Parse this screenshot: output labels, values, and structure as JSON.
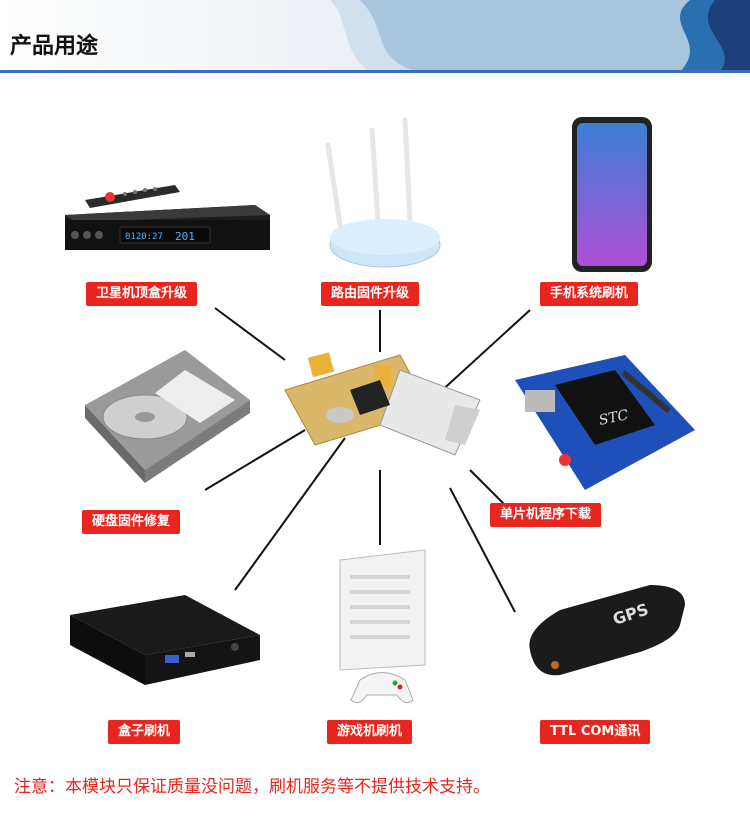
{
  "header": {
    "title": "产品用途"
  },
  "labels": {
    "satellite": "卫星机顶盒升级",
    "router": "路由固件升级",
    "phone": "手机系统刷机",
    "hdd": "硬盘固件修复",
    "mcu": "单片机程序下载",
    "box": "盒子刷机",
    "game": "游戏机刷机",
    "ttl": "TTL COM通讯"
  },
  "device_text": {
    "stb_clock": "0120:27",
    "stb_channel": "201",
    "mcu_brand": "STC",
    "gps": "GPS"
  },
  "note": "注意：本模块只保证质量没问题，刷机服务等不提供技术支持。",
  "colors": {
    "label_bg": "#e8251e",
    "note": "#e8251e",
    "header_rule": "#3b6cc0"
  }
}
